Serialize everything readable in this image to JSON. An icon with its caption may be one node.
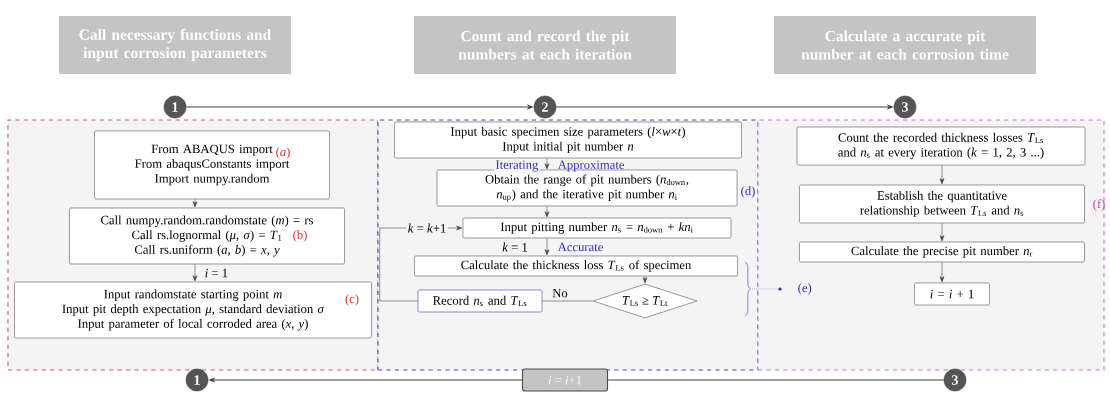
{
  "diagram": {
    "nodes": [
      {
        "text": [
          "Call necessary functions and input corrosion parameters"
        ]
      },
      {
        "text": [
          "Count and record the pit numbers at each iteration"
        ]
      },
      {
        "text": [
          "Calculate a accurate pit number at each corrosion time"
        ]
      },
      {
        "text": [
          "1"
        ]
      },
      {
        "text": [
          "2"
        ]
      },
      {
        "text": [
          "3"
        ]
      },
      {
        "text": [],
        "shape": "box"
      },
      {
        "text": [
          "From ABAQUS import",
          "From abaqusConstants import",
          "Import numpy.random",
          "(*a*)"
        ],
        "in": 6
      },
      {
        "text": [
          "Call numpy.random.randomstate (*m*) = rs",
          "Call rs.lognormal (*μ*, *σ*) = *T*$_{1}$",
          "Call rs.uniform (*a*, *b*) = *x*, *y*",
          "(b)"
        ],
        "in": 6
      },
      {
        "text": [
          "Input randomstate starting point *m*",
          "Input pit depth expectation *μ*, standard deviation *σ*",
          "Input parameter of local corroded area (*x*, *y*)",
          "(c)"
        ],
        "in": 6
      },
      {
        "text": [
          "(d)"
        ]
      },
      {
        "text": [
          "Input basic specimen size parameters (*l*×*w*×*t*)",
          "Input initial pit number *n*"
        ],
        "in": 10
      },
      {
        "text": [
          "Obtain the range of pit numbers (*n*$_{down}$, *n*$_{up}$) and the iterative pit number *n*$_{i}$"
        ],
        "in": 10
      },
      {
        "text": [
          "Input pitting number *n*$_{s}$ = *n*$_{down}$ + *kn*$_{i}$"
        ],
        "in": 10
      },
      {
        "text": [
          "Calculate the thickness loss *T*$_{Ls}$ of specimen"
        ],
        "in": 10
      },
      {
        "text": [
          "*T*$_{Ls}$ ≥ *T*$_{Lt}$"
        ],
        "in": 10
      },
      {
        "text": [
          "Record *n*$_{s}$ and *T*$_{Ls}$"
        ],
        "in": 10
      },
      {
        "text": [
          "(f)"
        ]
      },
      {
        "text": [
          "Count the recorded thickness losses *T*$_{Ls}$ and *n*$_{s}$ at every iteration (*k* = 1, 2, 3 ...)"
        ],
        "in": 17
      },
      {
        "text": [
          "Establish the quantitative relationship between *T*$_{Ls}$ and *n*$_{s}$"
        ],
        "in": 17
      },
      {
        "text": [
          "Calculate the precise pit number *n*$_{r}$"
        ],
        "in": 17
      },
      {
        "text": [
          "*i* = *i* + 1"
        ],
        "in": 17
      },
      {
        "text": [
          "1"
        ]
      },
      {
        "text": [
          "*i* = *i*+1"
        ]
      },
      {
        "text": [
          "3"
        ]
      }
    ],
    "edges": [
      {
        "from": 3,
        "to": 4,
        "arrow": "to"
      },
      {
        "from": 4,
        "to": 5,
        "arrow": "to"
      },
      {
        "from": 7,
        "to": 8,
        "arrow": "to"
      },
      {
        "from": 8,
        "to": 9,
        "arrow": "to",
        "label": "*i* = 1"
      },
      {
        "from": 11,
        "to": 12,
        "arrow": "to",
        "label": "Iterating"
      },
      {
        "from": 12,
        "to": 13,
        "arrow": "to"
      },
      {
        "from": 13,
        "to": 14,
        "arrow": "to",
        "label": "Accurate"
      },
      {
        "from": 14,
        "to": 15,
        "arrow": "to"
      },
      {
        "from": 15,
        "to": 16,
        "arrow": "none",
        "label": "No"
      },
      {
        "from": 16,
        "to": 13,
        "arrow": "to",
        "label": "*k* = *k*+1"
      },
      {
        "from": 18,
        "to": 19,
        "arrow": "to"
      },
      {
        "from": 19,
        "to": 20,
        "arrow": "to"
      },
      {
        "from": 20,
        "to": 21,
        "arrow": "to"
      },
      {
        "from": 24,
        "to": 23,
        "arrow": "none"
      },
      {
        "from": 23,
        "to": 22,
        "arrow": "to"
      }
    ],
    "labels": [
      "Approximate",
      "*k* = 1",
      "(e)"
    ]
  }
}
